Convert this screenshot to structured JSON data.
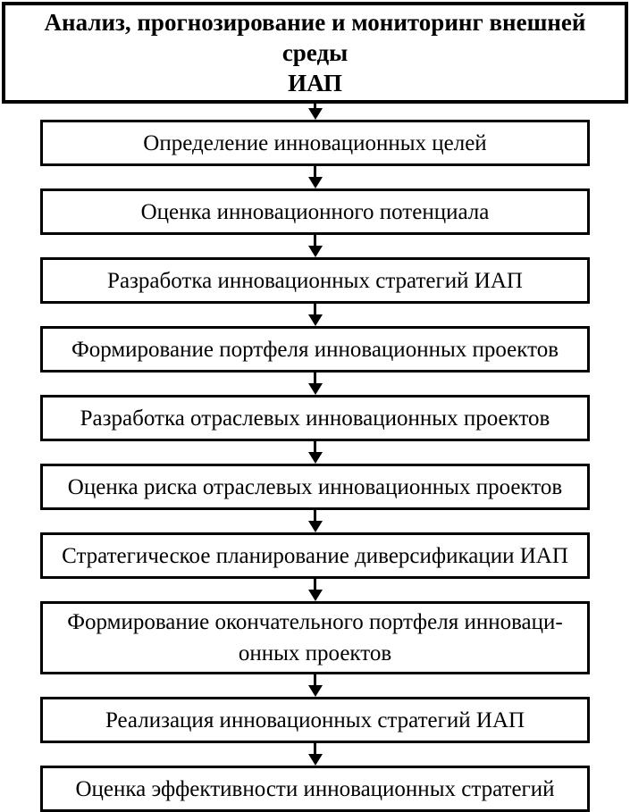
{
  "diagram": {
    "title": "Анализ, прогнозирование и мониторинг внешней среды\nИАП",
    "steps": [
      "Определение инновационных целей",
      "Оценка инновационного потенциала",
      "Разработка инновационных стратегий ИАП",
      "Формирование портфеля инновационных проектов",
      "Разработка отраслевых инновационных проектов",
      "Оценка риска отраслевых инновационных проектов",
      "Стратегическое планирование диверсификации ИАП",
      "Формирование окончательного портфеля инноваци-\nонных проектов",
      "Реализация инновационных стратегий ИАП",
      "Оценка эффективности инновационных стратегий"
    ],
    "colors": {
      "border": "#000000",
      "background": "#ffffff",
      "text": "#000000"
    }
  }
}
